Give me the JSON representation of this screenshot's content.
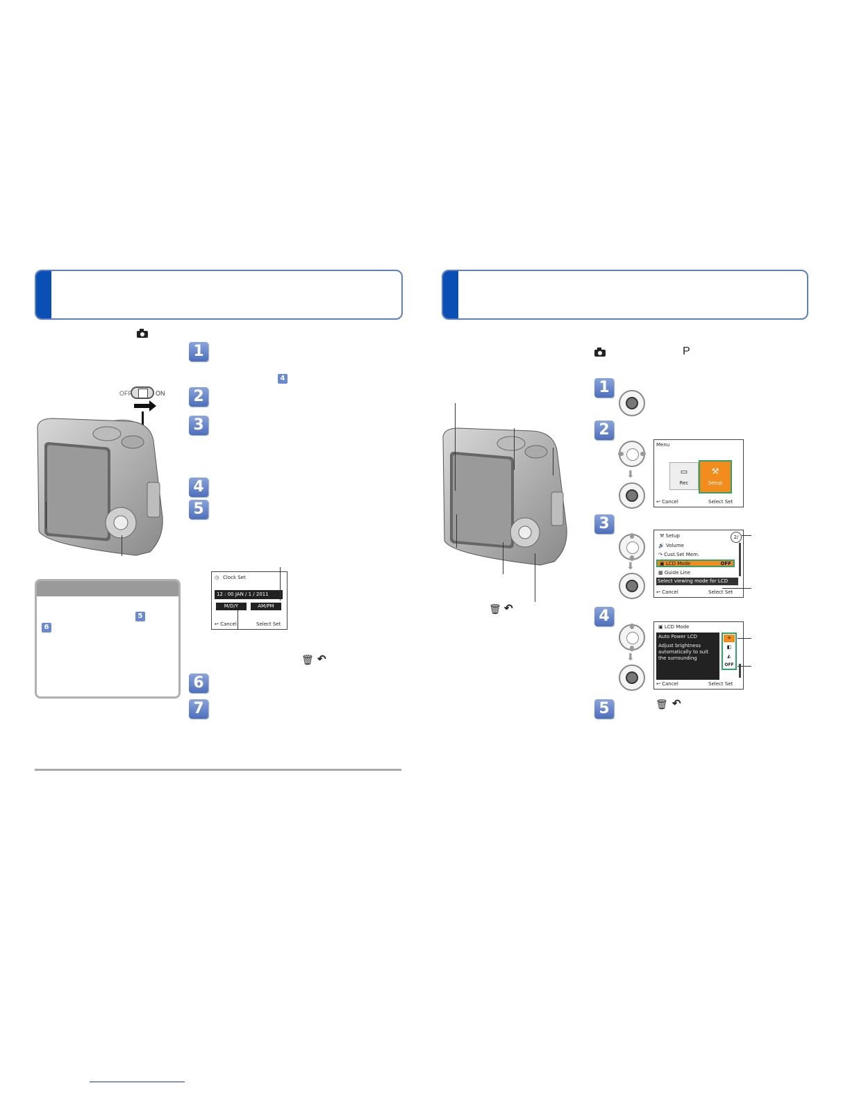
{
  "left_section": {
    "mode_icon": "camera-icon",
    "steps": [
      "1",
      "2",
      "3",
      "4",
      "5",
      "6",
      "7"
    ],
    "switch": {
      "off_label": "OFF",
      "on_label": "ON"
    },
    "inline_step_ref": "4",
    "clock_screen": {
      "title": "Clock Set",
      "time_row": "12 : 00    JAN  /  1  /  2011",
      "date_format": "M/D/Y",
      "time_format": "AM/PM",
      "cancel": "Cancel",
      "select_set": "Select  Set"
    },
    "note_box": {
      "step_a": "5",
      "step_b": "6"
    }
  },
  "right_section": {
    "mode_icon": "camera-icon",
    "mode_letter": "P",
    "steps": [
      "1",
      "2",
      "3",
      "4",
      "5"
    ],
    "menu_screen": {
      "title": "Menu",
      "rec": "Rec",
      "setup": "Setup",
      "cancel": "Cancel",
      "select_set": "Select  Set"
    },
    "setup_screen": {
      "title": "Setup",
      "page": "2/",
      "items": [
        "Volume",
        "Cust.Set Mem.",
        "LCD Mode",
        "Guide Line"
      ],
      "lcd_value": "OFF",
      "hint": "Select viewing mode for LCD displ",
      "cancel": "Cancel",
      "select_set": "Select  Set"
    },
    "lcd_screen": {
      "title": "LCD Mode",
      "heading": "Auto Power LCD",
      "desc_1": "Adjust brightness",
      "desc_2": "automatically to suit",
      "desc_3": "the surrounding",
      "off": "OFF",
      "cancel": "Cancel",
      "select_set": "Select  Set"
    }
  },
  "colors": {
    "accent": "#0a4fb4",
    "step": "#5b7fc4",
    "highlight": "#f28c1c",
    "select_border": "#2da36a"
  }
}
